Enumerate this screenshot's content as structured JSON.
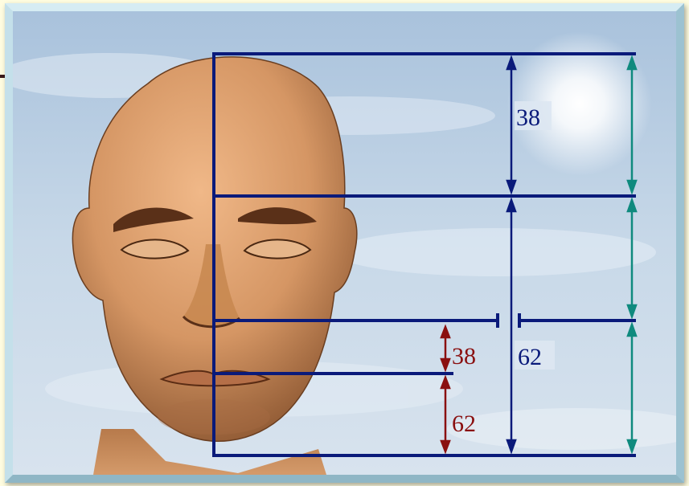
{
  "diagram": {
    "labels": {
      "forehead_ratio": "38",
      "lower_ratio": "62",
      "lip_ratio": "38",
      "chin_ratio": "62"
    },
    "colors": {
      "navy": "#0a1a7a",
      "teal": "#0f8a7e",
      "maroon": "#8a1010",
      "skin": "#d99a68",
      "sky": "#b9cfe4"
    }
  }
}
